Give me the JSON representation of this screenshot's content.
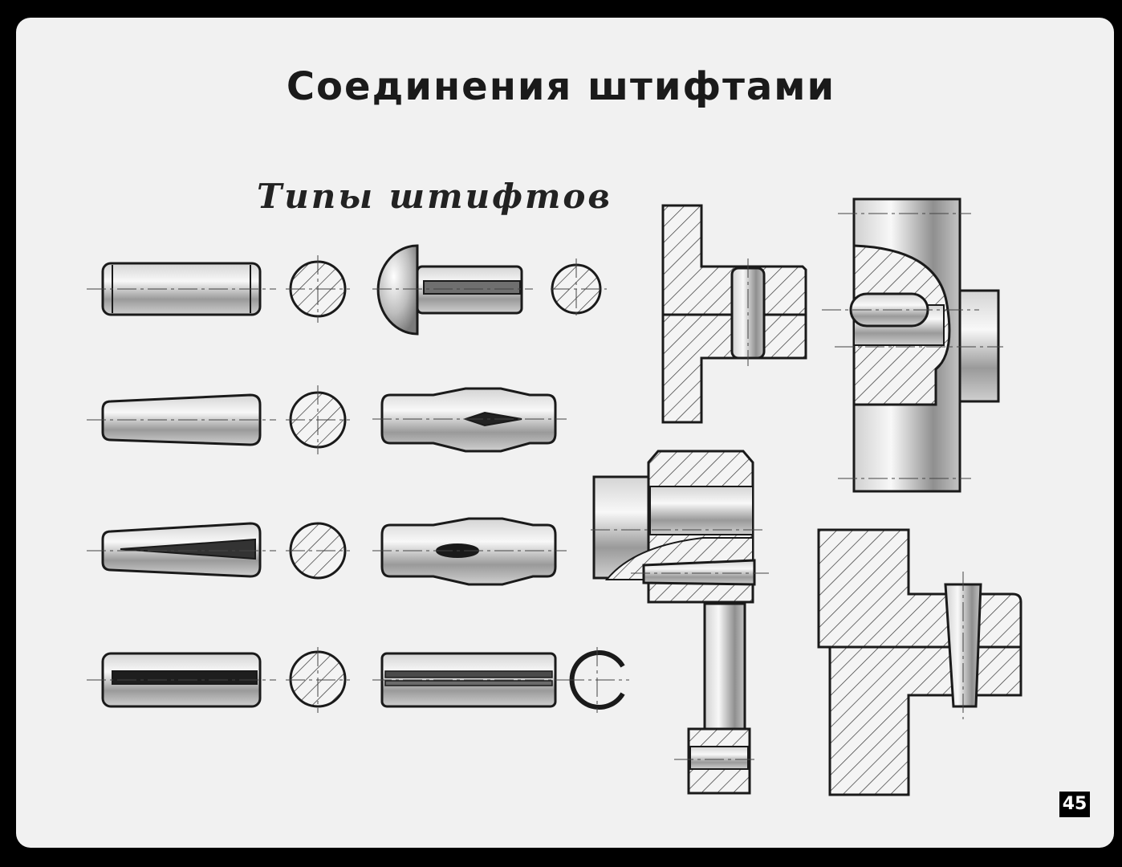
{
  "title": "Соединения штифтами",
  "subtitle": "Типы штифтов",
  "page_number": "45",
  "colors": {
    "background": "#000000",
    "paper": "#f1f1f1",
    "ink": "#1a1a1a",
    "metal_light": "#e9e9e9",
    "metal_dark": "#8a8a8a"
  },
  "pin_types": [
    {
      "row": 1,
      "side_view": "cylindrical-pin",
      "section": "round-section",
      "variant_view": "half-round-head-grooved-pin",
      "variant_section": "grooved-section"
    },
    {
      "row": 2,
      "side_view": "tapered-pin",
      "section": "round-section",
      "variant_view": "center-notched-pin",
      "variant_section": ""
    },
    {
      "row": 3,
      "side_view": "tapered-grooved-pin",
      "section": "grooved-section",
      "variant_view": "mid-notched-pin",
      "variant_section": ""
    },
    {
      "row": 4,
      "side_view": "full-grooved-pin",
      "section": "grooved-section",
      "variant_view": "spring-slotted-pin",
      "variant_section": "split-ring-section"
    }
  ],
  "assemblies": [
    "flange-with-cylindrical-pin",
    "wheel-hub-with-grooved-pin",
    "lever-with-tapered-pin",
    "stepped-joint-with-tapered-pin"
  ]
}
